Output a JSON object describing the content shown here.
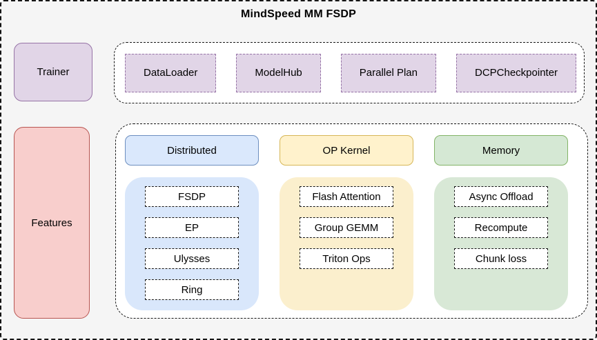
{
  "title": "MindSpeed MM FSDP",
  "trainer": {
    "label": "Trainer"
  },
  "features": {
    "label": "Features"
  },
  "modules": [
    {
      "label": "DataLoader"
    },
    {
      "label": "ModelHub"
    },
    {
      "label": "Parallel Plan"
    },
    {
      "label": "DCPCheckpointer"
    }
  ],
  "feature_groups": [
    {
      "header": "Distributed",
      "items": [
        "FSDP",
        "EP",
        "Ulysses",
        "Ring"
      ],
      "header_fill": "#dae8fc",
      "header_border": "#6c8ebf",
      "panel_fill": "#d9e7fb"
    },
    {
      "header": "OP Kernel",
      "items": [
        "Flash Attention",
        "Group GEMM",
        "Triton Ops"
      ],
      "header_fill": "#fff2cc",
      "header_border": "#d6b656",
      "panel_fill": "#fbefcd"
    },
    {
      "header": "Memory",
      "items": [
        "Async Offload",
        "Recompute",
        "Chunk loss"
      ],
      "header_fill": "#d5e8d4",
      "header_border": "#82b366",
      "panel_fill": "#d8e8d6"
    }
  ],
  "colors": {
    "background": "#f5f5f5",
    "container_fill": "#ffffff",
    "purple_fill": "#e1d5e7",
    "purple_border": "#9673a6",
    "red_fill": "#f8cecc",
    "red_border": "#b85450",
    "item_fill": "#ffffff",
    "outline": "#141414"
  }
}
